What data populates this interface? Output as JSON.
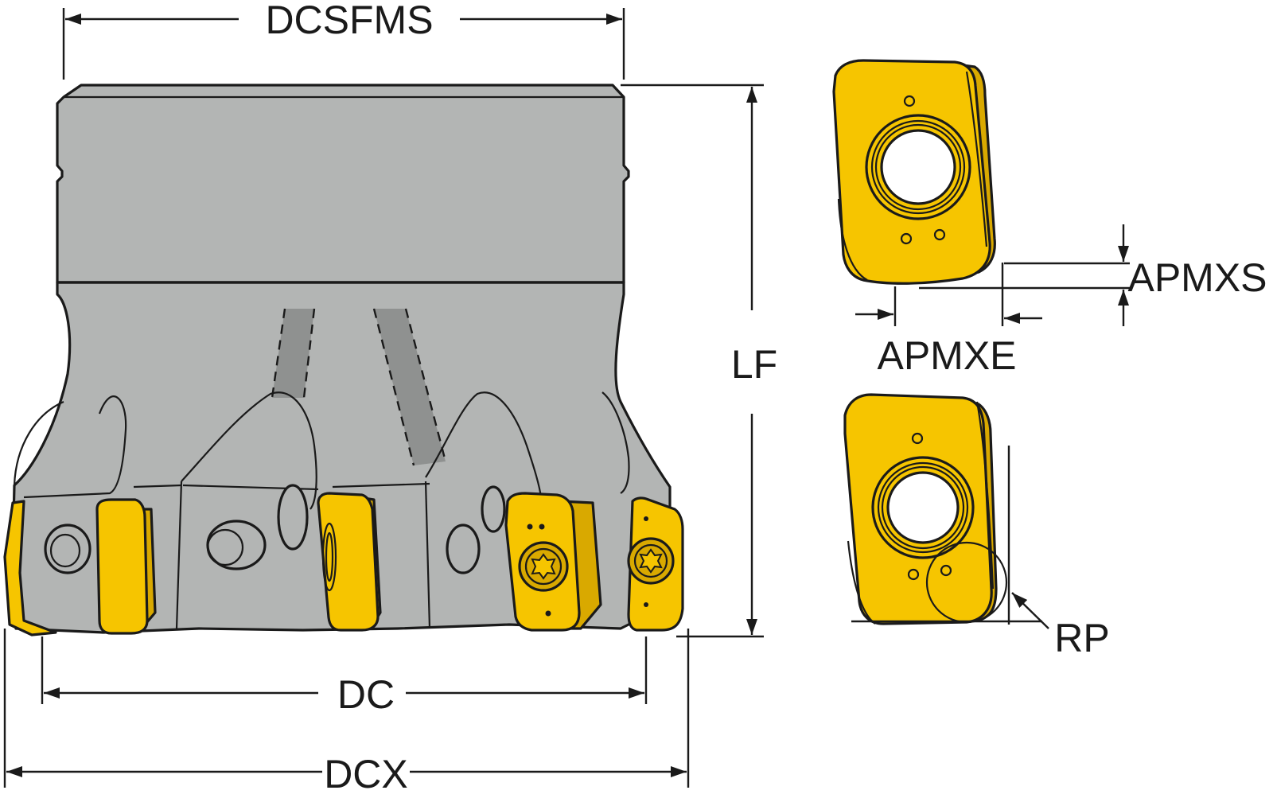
{
  "labels": {
    "dcsfms": "DCSFMS",
    "lf": "LF",
    "dc": "DC",
    "dcx": "DCX",
    "apmxs": "APMXS",
    "apmxe": "APMXE",
    "rp": "RP"
  },
  "colors": {
    "body": "#b3b5b4",
    "body_dark": "#8f9190",
    "insert": "#f6c500",
    "insert_dark": "#d9a900",
    "outline": "#1a1a1a"
  },
  "icons": {
    "arrow": "filled-triangle-arrowhead",
    "screw": "torx-screw-icon"
  }
}
